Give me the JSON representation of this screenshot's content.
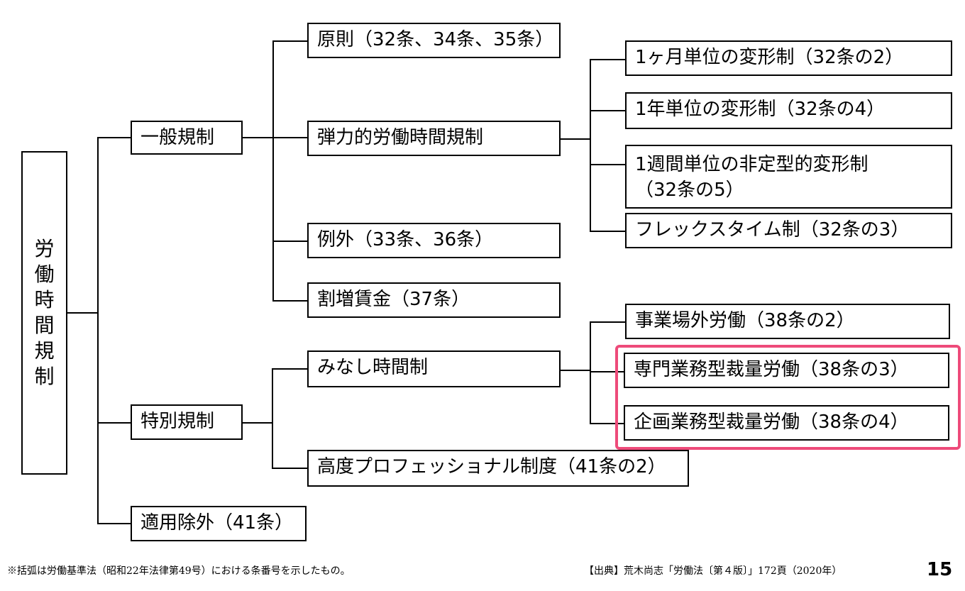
{
  "root": {
    "chars": [
      "労",
      "働",
      "時",
      "間",
      "規",
      "制"
    ]
  },
  "level1": {
    "general": "一般規制",
    "special": "特別規制",
    "exclusion": "適用除外（41条）"
  },
  "general_children": {
    "principle": "原則（32条、34条、35条）",
    "flexible": "弾力的労働時間規制",
    "exception": "例外（33条、36条）",
    "premium": "割増賃金（37条）"
  },
  "flexible_children": {
    "monthly": "1ヶ月単位の変形制（32条の2）",
    "yearly": "1年単位の変形制（32条の4）",
    "weekly_line1": "1週間単位の非定型的変形制",
    "weekly_line2": "（32条の5）",
    "flextime": "フレックスタイム制（32条の3）"
  },
  "special_children": {
    "deemed": "みなし時間制",
    "highly_professional": "高度プロフェッショナル制度（41条の2）"
  },
  "deemed_children": {
    "outside": "事業場外労働（38条の2）",
    "professional": "専門業務型裁量労働（38条の3）",
    "planning": "企画業務型裁量労働（38条の4）"
  },
  "footer": {
    "note": "※括弧は労働基準法（昭和22年法律第49号）における条番号を示したもの。",
    "source": "【出典】荒木尚志「労働法〔第４版〕」172頁（2020年）",
    "page_number": "15"
  },
  "colors": {
    "highlight": "#ee4b7a",
    "line": "#000000"
  }
}
